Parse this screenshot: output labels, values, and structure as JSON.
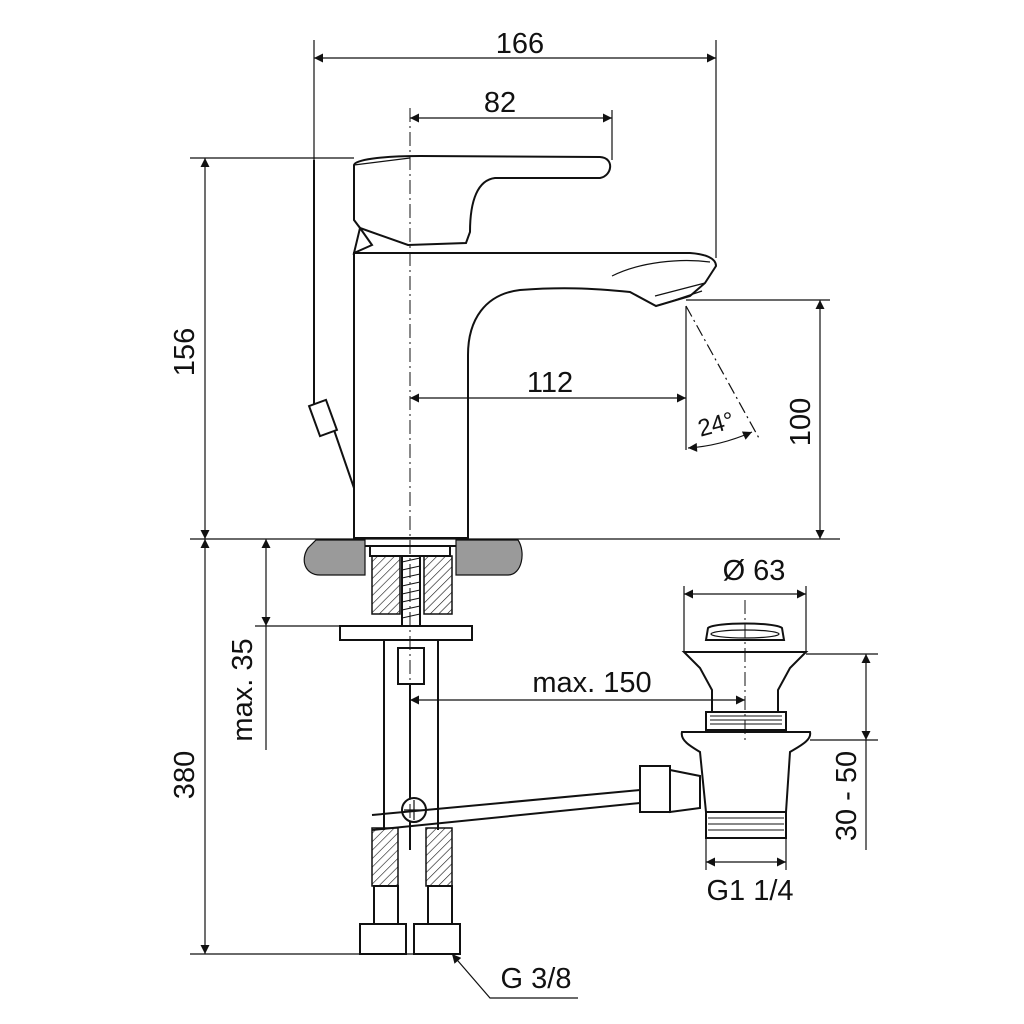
{
  "diagram": {
    "colors": {
      "ink": "#111111",
      "background": "#ffffff",
      "counter": "#9a9a9a"
    },
    "dimensions": {
      "overall_width": "166",
      "lever_width": "82",
      "overall_height": "156",
      "spout_reach": "112",
      "spout_height": "100",
      "spray_angle": "24°",
      "pop_up_waste_diameter": "Ø 63",
      "counter_thickness_max": "max. 35",
      "waste_distance_max": "max. 150",
      "below_deck_length": "380",
      "waste_adjustment": "30 - 50",
      "waste_thread": "G1 1/4",
      "supply_thread": "G 3/8"
    }
  }
}
